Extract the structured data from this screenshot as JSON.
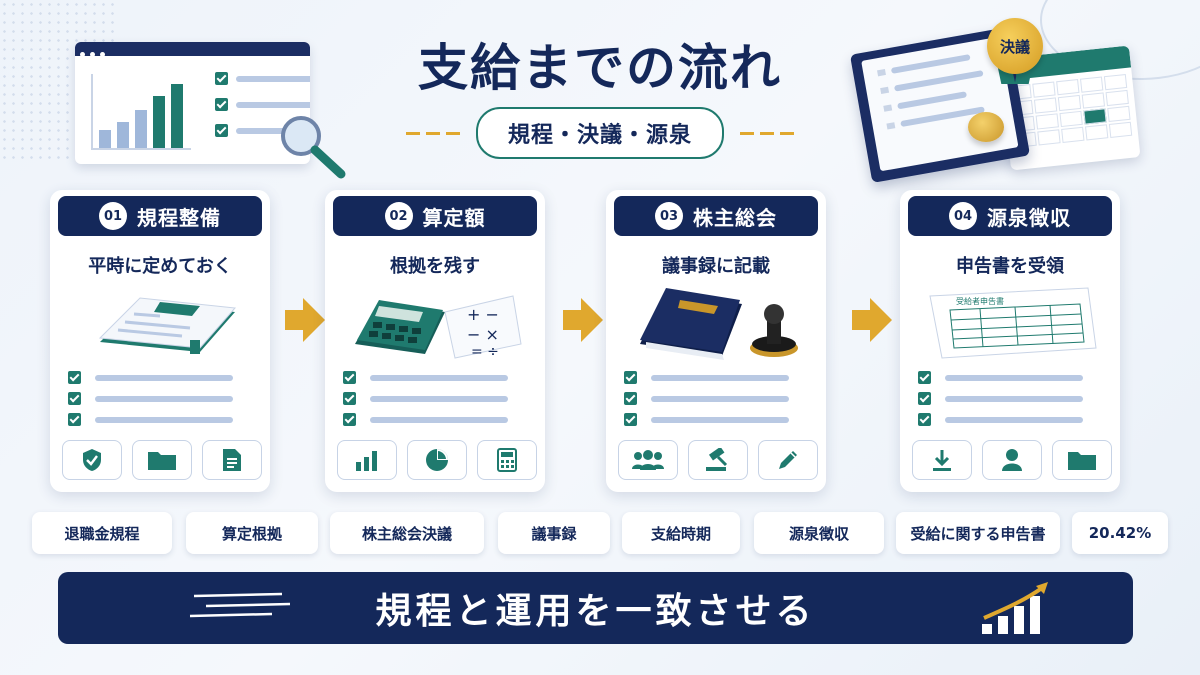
{
  "header": {
    "title": "支給までの流れ",
    "subtitle": "規程・決議・源泉",
    "seal_label": "決議"
  },
  "steps": [
    {
      "number": "01",
      "title": "規程整備",
      "description": "平時に定めておく",
      "illustration": "handbook",
      "icons": [
        "shield-check-icon",
        "folder-icon",
        "document-icon"
      ]
    },
    {
      "number": "02",
      "title": "算定額",
      "description": "根拠を残す",
      "illustration": "calculator",
      "icons": [
        "bar-chart-icon",
        "pie-chart-icon",
        "calculator-icon"
      ]
    },
    {
      "number": "03",
      "title": "株主総会",
      "description": "議事録に記載",
      "illustration": "minutes-book-and-stamp",
      "icons": [
        "people-icon",
        "gavel-icon",
        "pen-icon"
      ]
    },
    {
      "number": "04",
      "title": "源泉徴収",
      "description": "申告書を受領",
      "illustration": "declaration-form",
      "form_title": "受給者申告書",
      "icons": [
        "download-icon",
        "user-icon",
        "folder-icon"
      ]
    }
  ],
  "tags": [
    "退職金規程",
    "算定根拠",
    "株主総会決議",
    "議事録",
    "支給時期",
    "源泉徴収",
    "受給に関する申告書",
    "20.42%"
  ],
  "banner": {
    "text": "規程と運用を一致させる"
  },
  "colors": {
    "navy": "#14285a",
    "teal": "#1f7a6e",
    "gold": "#e0a82e",
    "background": "#eef3fa"
  }
}
